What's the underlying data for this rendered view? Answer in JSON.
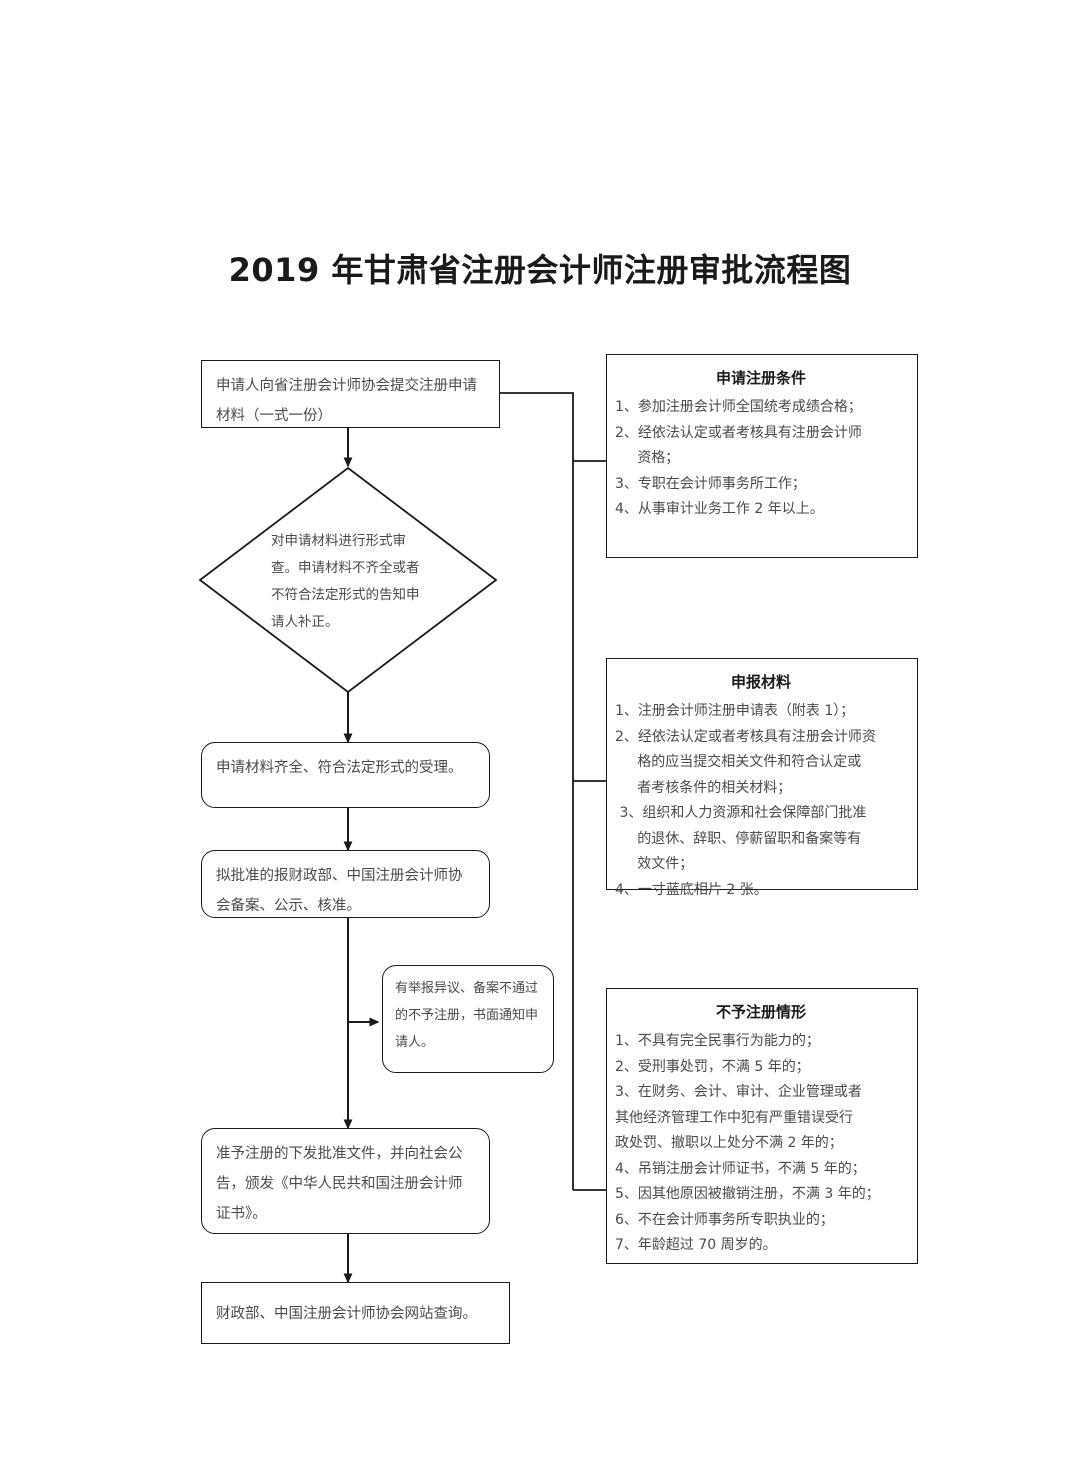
{
  "title": "2019 年甘肃省注册会计师注册审批流程图",
  "flow": {
    "start_box": "申请人向省注册会计师协会提交注册申请材料（一式一份）",
    "decision": "对申请材料进行形式审查。申请材料不齐全或者不符合法定形式的告知申请人补正。",
    "accept_box": "申请材料齐全、符合法定形式的受理。",
    "approve_prep_box": "拟批准的报财政部、中国注册会计师协会备案、公示、核准。",
    "reject_side_box": "有举报异议、备案不通过的不予注册，书面通知申请人。",
    "grant_box": "准予注册的下发批准文件，并向社会公告，颁发《中华人民共和国注册会计师证书》。",
    "query_box": "财政部、中国注册会计师协会网站查询。"
  },
  "panels": [
    {
      "id": "conditions",
      "title": "申请注册条件",
      "items": [
        "1、参加注册会计师全国统考成绩合格；",
        "2、经依法认定或者考核具有注册会计师\n     资格；",
        "3、专职在会计师事务所工作；",
        "4、从事审计业务工作 2 年以上。"
      ]
    },
    {
      "id": "materials",
      "title": "申报材料",
      "items": [
        "1、注册会计师注册申请表（附表 1）；",
        "2、经依法认定或者考核具有注册会计师资\n     格的应当提交相关文件和符合认定或\n     者考核条件的相关材料；",
        " 3、组织和人力资源和社会保障部门批准\n     的退休、辞职、停薪留职和备案等有\n     效文件；",
        "4、一寸蓝底相片 2 张。"
      ]
    },
    {
      "id": "refusal",
      "title": "不予注册情形",
      "items": [
        "1、不具有完全民事行为能力的；",
        "2、受刑事处罚，不满 5 年的；",
        "3、在财务、会计、审计、企业管理或者\n其他经济管理工作中犯有严重错误受行\n政处罚、撤职以上处分不满 2 年的；",
        "4、吊销注册会计师证书，不满 5 年的；",
        "5、因其他原因被撤销注册，不满 3 年的；",
        "6、不在会计师事务所专职执业的；",
        "7、年龄超过 70 周岁的。"
      ]
    }
  ],
  "colors": {
    "line": "#1a1a1a",
    "text": "#4a4a4a",
    "title_text": "#1a1a1a",
    "background": "#ffffff"
  }
}
